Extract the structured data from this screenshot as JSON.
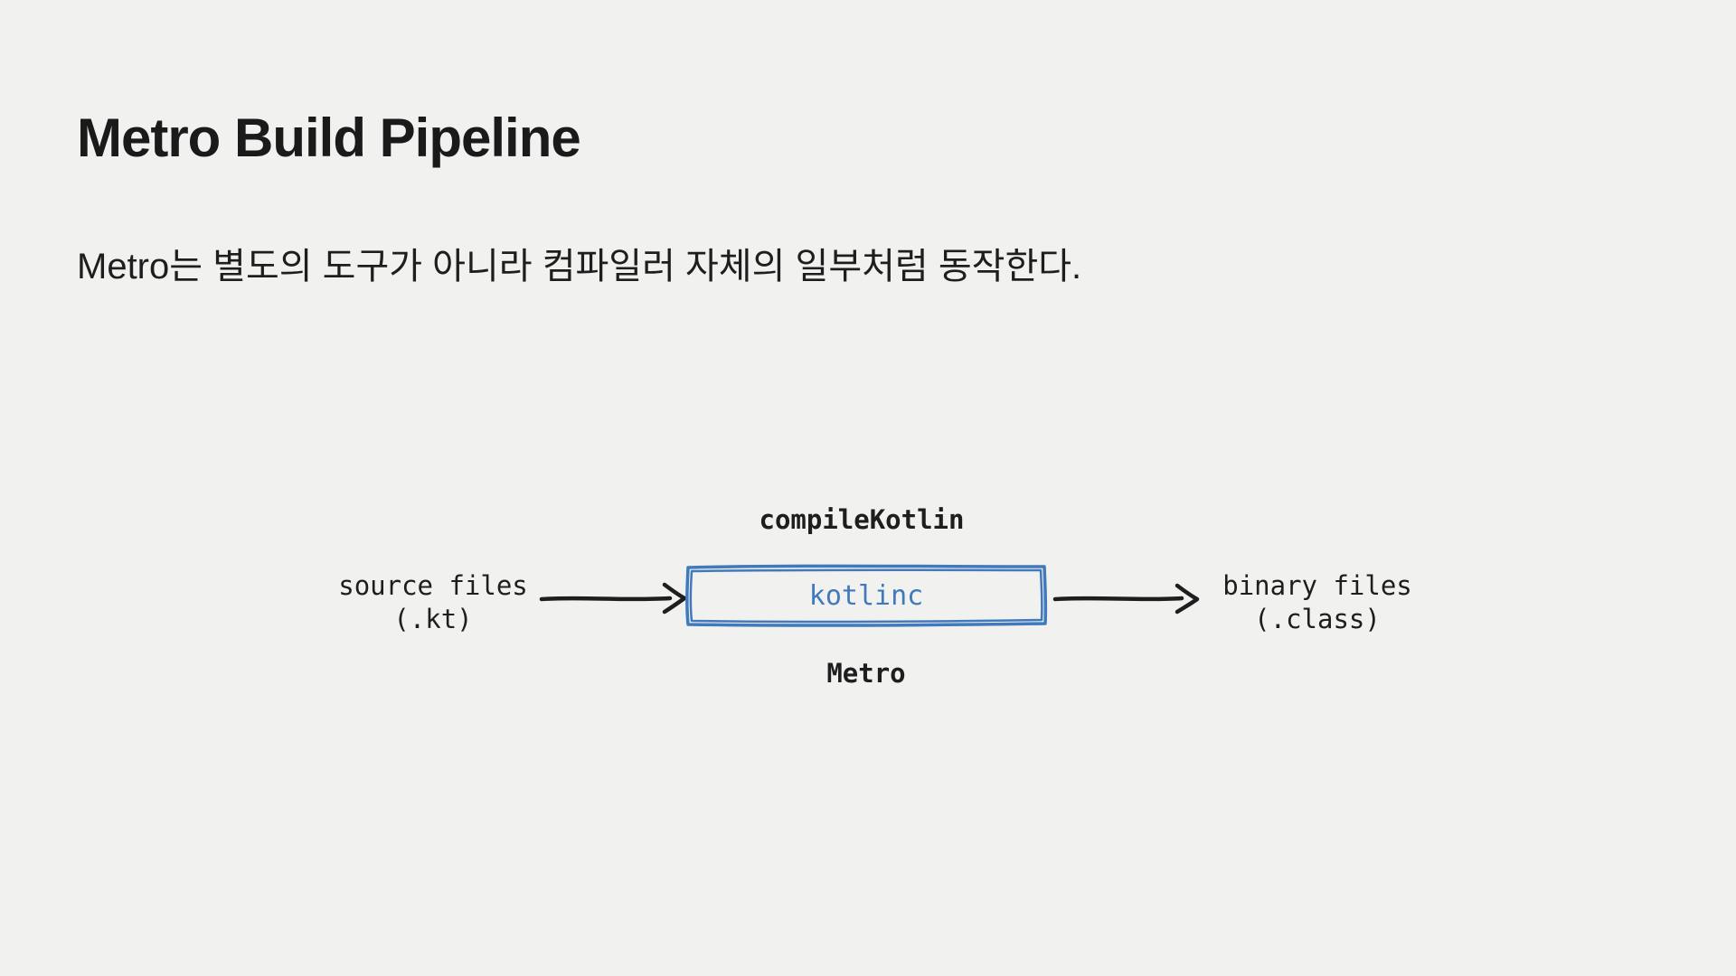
{
  "page": {
    "title": "Metro Build Pipeline",
    "subtitle": "Metro는 별도의 도구가 아니라 컴파일러 자체의 일부처럼 동작한다."
  },
  "diagram": {
    "task_label": "compileKotlin",
    "node_label": "kotlinc",
    "plugin_label": "Metro",
    "input": {
      "line1": "source files",
      "line2": "(.kt)"
    },
    "output": {
      "line1": "binary files",
      "line2": "(.class)"
    }
  },
  "colors": {
    "background": "#f1f1ef",
    "text_primary": "#1a1a1a",
    "ink": "#1e1e1e",
    "accent_blue": "#4179bd"
  }
}
